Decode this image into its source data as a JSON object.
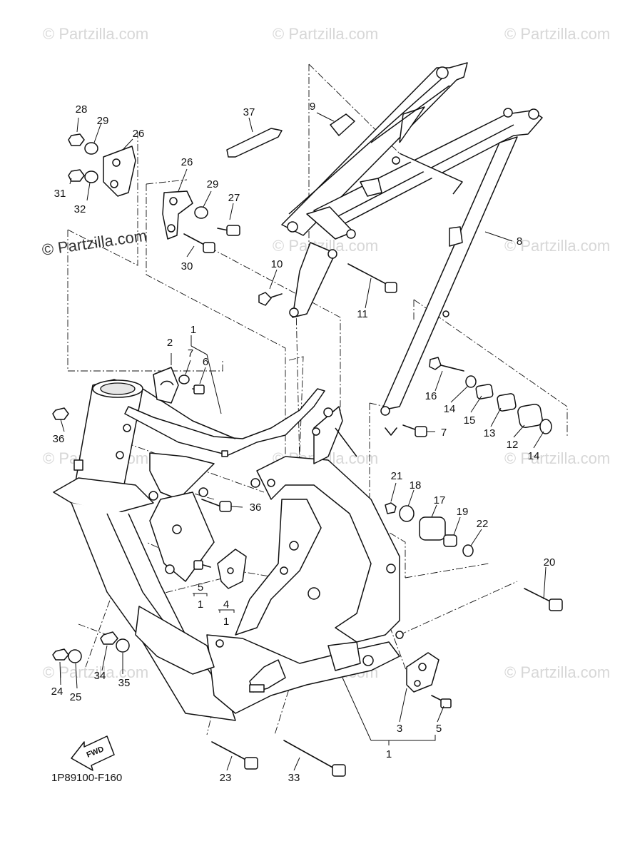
{
  "watermark": {
    "text": "© Partzilla.com",
    "overlay_text": "© Partzilla.com"
  },
  "diagram_code": "1P89100-F160",
  "fwd_label": "FWD",
  "callouts": [
    {
      "id": "c28",
      "label": "28"
    },
    {
      "id": "c29a",
      "label": "29"
    },
    {
      "id": "c26a",
      "label": "26"
    },
    {
      "id": "c31",
      "label": "31"
    },
    {
      "id": "c32",
      "label": "32"
    },
    {
      "id": "c37",
      "label": "37"
    },
    {
      "id": "c9",
      "label": "9"
    },
    {
      "id": "c26b",
      "label": "26"
    },
    {
      "id": "c29b",
      "label": "29"
    },
    {
      "id": "c27",
      "label": "27"
    },
    {
      "id": "c30",
      "label": "30"
    },
    {
      "id": "c8",
      "label": "8"
    },
    {
      "id": "c10",
      "label": "10"
    },
    {
      "id": "c11",
      "label": "11"
    },
    {
      "id": "c1a",
      "label": "1"
    },
    {
      "id": "c2",
      "label": "2"
    },
    {
      "id": "c7a",
      "label": "7"
    },
    {
      "id": "c6",
      "label": "6"
    },
    {
      "id": "c16",
      "label": "16"
    },
    {
      "id": "c14a",
      "label": "14"
    },
    {
      "id": "c15",
      "label": "15"
    },
    {
      "id": "c13",
      "label": "13"
    },
    {
      "id": "c12",
      "label": "12"
    },
    {
      "id": "c14b",
      "label": "14"
    },
    {
      "id": "c7b",
      "label": "7"
    },
    {
      "id": "c36a",
      "label": "36"
    },
    {
      "id": "c36b",
      "label": "36"
    },
    {
      "id": "c21",
      "label": "21"
    },
    {
      "id": "c18",
      "label": "18"
    },
    {
      "id": "c17",
      "label": "17"
    },
    {
      "id": "c19",
      "label": "19"
    },
    {
      "id": "c22",
      "label": "22"
    },
    {
      "id": "c20",
      "label": "20"
    },
    {
      "id": "c5a",
      "label": "5"
    },
    {
      "id": "c1b",
      "label": "1"
    },
    {
      "id": "c4",
      "label": "4"
    },
    {
      "id": "c1c",
      "label": "1"
    },
    {
      "id": "c24",
      "label": "24"
    },
    {
      "id": "c25",
      "label": "25"
    },
    {
      "id": "c34",
      "label": "34"
    },
    {
      "id": "c35",
      "label": "35"
    },
    {
      "id": "c3",
      "label": "3"
    },
    {
      "id": "c5b",
      "label": "5"
    },
    {
      "id": "c1d",
      "label": "1"
    },
    {
      "id": "c23",
      "label": "23"
    },
    {
      "id": "c33",
      "label": "33"
    }
  ]
}
